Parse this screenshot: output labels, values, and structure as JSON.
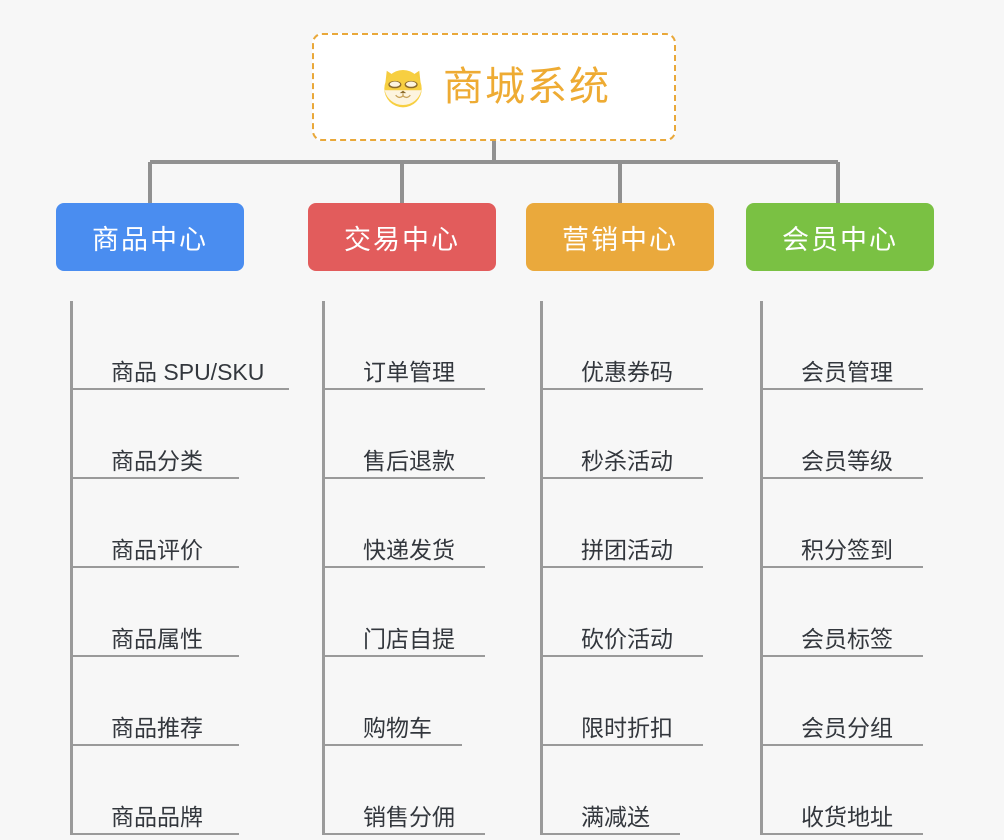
{
  "diagram": {
    "type": "organization-tree",
    "background_color": "#f7f7f7",
    "root": {
      "title": "商城系统",
      "icon": "shiba-dog-icon",
      "text_color": "#eeab33",
      "border_color": "#e9a83a",
      "background_color": "#ffffff"
    },
    "connector_color": "#919191",
    "leaf_line_color": "#9a9a9a",
    "leaf_text_color": "#33373d",
    "columns": [
      {
        "title": "商品中心",
        "color": "#4a8df0",
        "items": [
          "商品 SPU/SKU",
          "商品分类",
          "商品评价",
          "商品属性",
          "商品推荐",
          "商品品牌"
        ]
      },
      {
        "title": "交易中心",
        "color": "#e25c5c",
        "items": [
          "订单管理",
          "售后退款",
          "快递发货",
          "门店自提",
          "购物车",
          "销售分佣"
        ]
      },
      {
        "title": "营销中心",
        "color": "#eaa93c",
        "items": [
          "优惠券码",
          "秒杀活动",
          "拼团活动",
          "砍价活动",
          "限时折扣",
          "满减送"
        ]
      },
      {
        "title": "会员中心",
        "color": "#7ac143",
        "items": [
          "会员管理",
          "会员等级",
          "积分签到",
          "会员标签",
          "会员分组",
          "收货地址"
        ]
      }
    ]
  }
}
